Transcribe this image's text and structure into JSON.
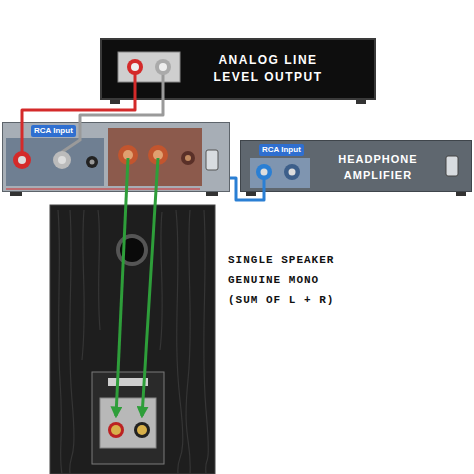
{
  "diagram": {
    "nodes": [
      {
        "text": [
          "ANALOG LINE LEVEL OUTPUT"
        ]
      },
      {
        "text": [
          "RCA Input"
        ]
      },
      {
        "text": [
          "RCA Input",
          "HEADPHONE AMPLIFIER"
        ]
      }
    ],
    "edges": [
      {
        "from": 0,
        "to": 1,
        "arrow": "none"
      },
      {
        "from": 0,
        "to": 1,
        "arrow": "none"
      },
      {
        "from": 1,
        "to": 2,
        "arrow": "none"
      }
    ],
    "labels": [
      "SINGLE SPEAKER GENUINE MONO (SUM OF L + R)"
    ]
  }
}
